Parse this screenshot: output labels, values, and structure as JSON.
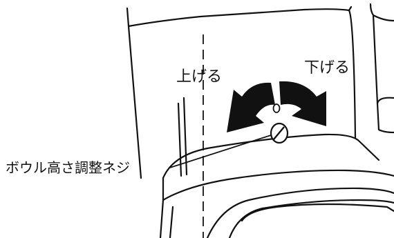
{
  "labels": {
    "raise": "上げる",
    "lower": "下げる",
    "bowl_height_screw": "ボウル高さ調整ネジ"
  },
  "colors": {
    "line": "#111111",
    "background": "#ffffff"
  }
}
